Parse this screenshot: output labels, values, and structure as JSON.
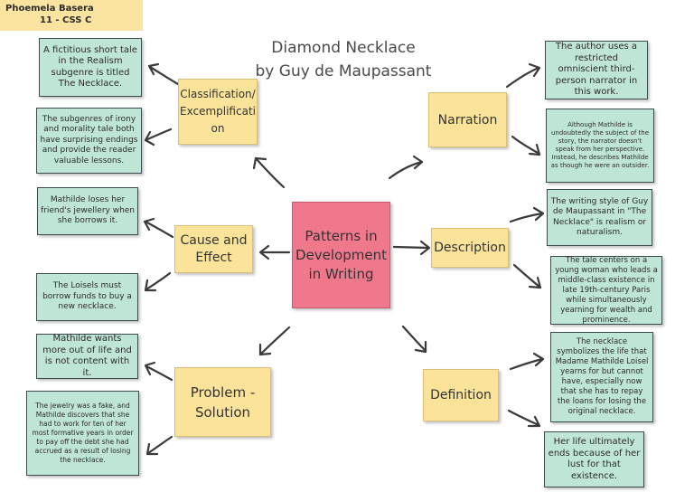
{
  "author": {
    "name": "Phoemela Basera",
    "section": "11 - CSS C"
  },
  "title": {
    "line1": "Diamond Necklace",
    "line2": "by Guy de Maupassant"
  },
  "center": "Patterns in Development in Writing",
  "nodes": {
    "classification": "Classification/ Excemplificati on",
    "cause_effect": "Cause and Effect",
    "problem_solution": "Problem - Solution",
    "narration": "Narration",
    "description": "Description",
    "definition": "Definition"
  },
  "notes": {
    "class1": "A fictitious short tale in the Realism subgenre is titled The Necklace.",
    "class2": "The subgenres of irony and morality tale both have surprising endings and provide the reader valuable lessons.",
    "cause1": "Mathilde loses her friend's jewellery when she borrows it.",
    "cause2": "The Loisels must borrow funds to buy a new necklace.",
    "prob1": "Mathilde wants more out of life and is not content with it.",
    "prob2": "The jewelry was a fake, and Mathilde discovers that she had to work for ten of her most formative years in order to pay off the debt she had accrued as a result of losing the necklace.",
    "narr1": "The author uses a restricted omniscient third-person narrator in this work.",
    "narr2": "Although Mathilde is undoubtedly the subject of the story, the narrator doesn't speak from her perspective. Instead, he describes Mathilde as though he were an outsider.",
    "desc1": "The writing style of Guy de Maupassant in \"The Necklace\" is realism or naturalism.",
    "desc2": "The tale centers on a young woman who leads a middle-class existence in late 19th-century Paris while simultaneously yearning for wealth and prominence.",
    "def1": "The necklace symbolizes the life that Madame Mathilde Loisel yearns for but cannot have, especially now that she has to repay the loans for losing the original necklace.",
    "def2": "Her life ultimately ends because of her lust for that existence."
  },
  "colors": {
    "note": "#bfe5d6",
    "topic": "#fbe49a",
    "center": "#f0788d",
    "nametag": "#fbe4a0"
  }
}
